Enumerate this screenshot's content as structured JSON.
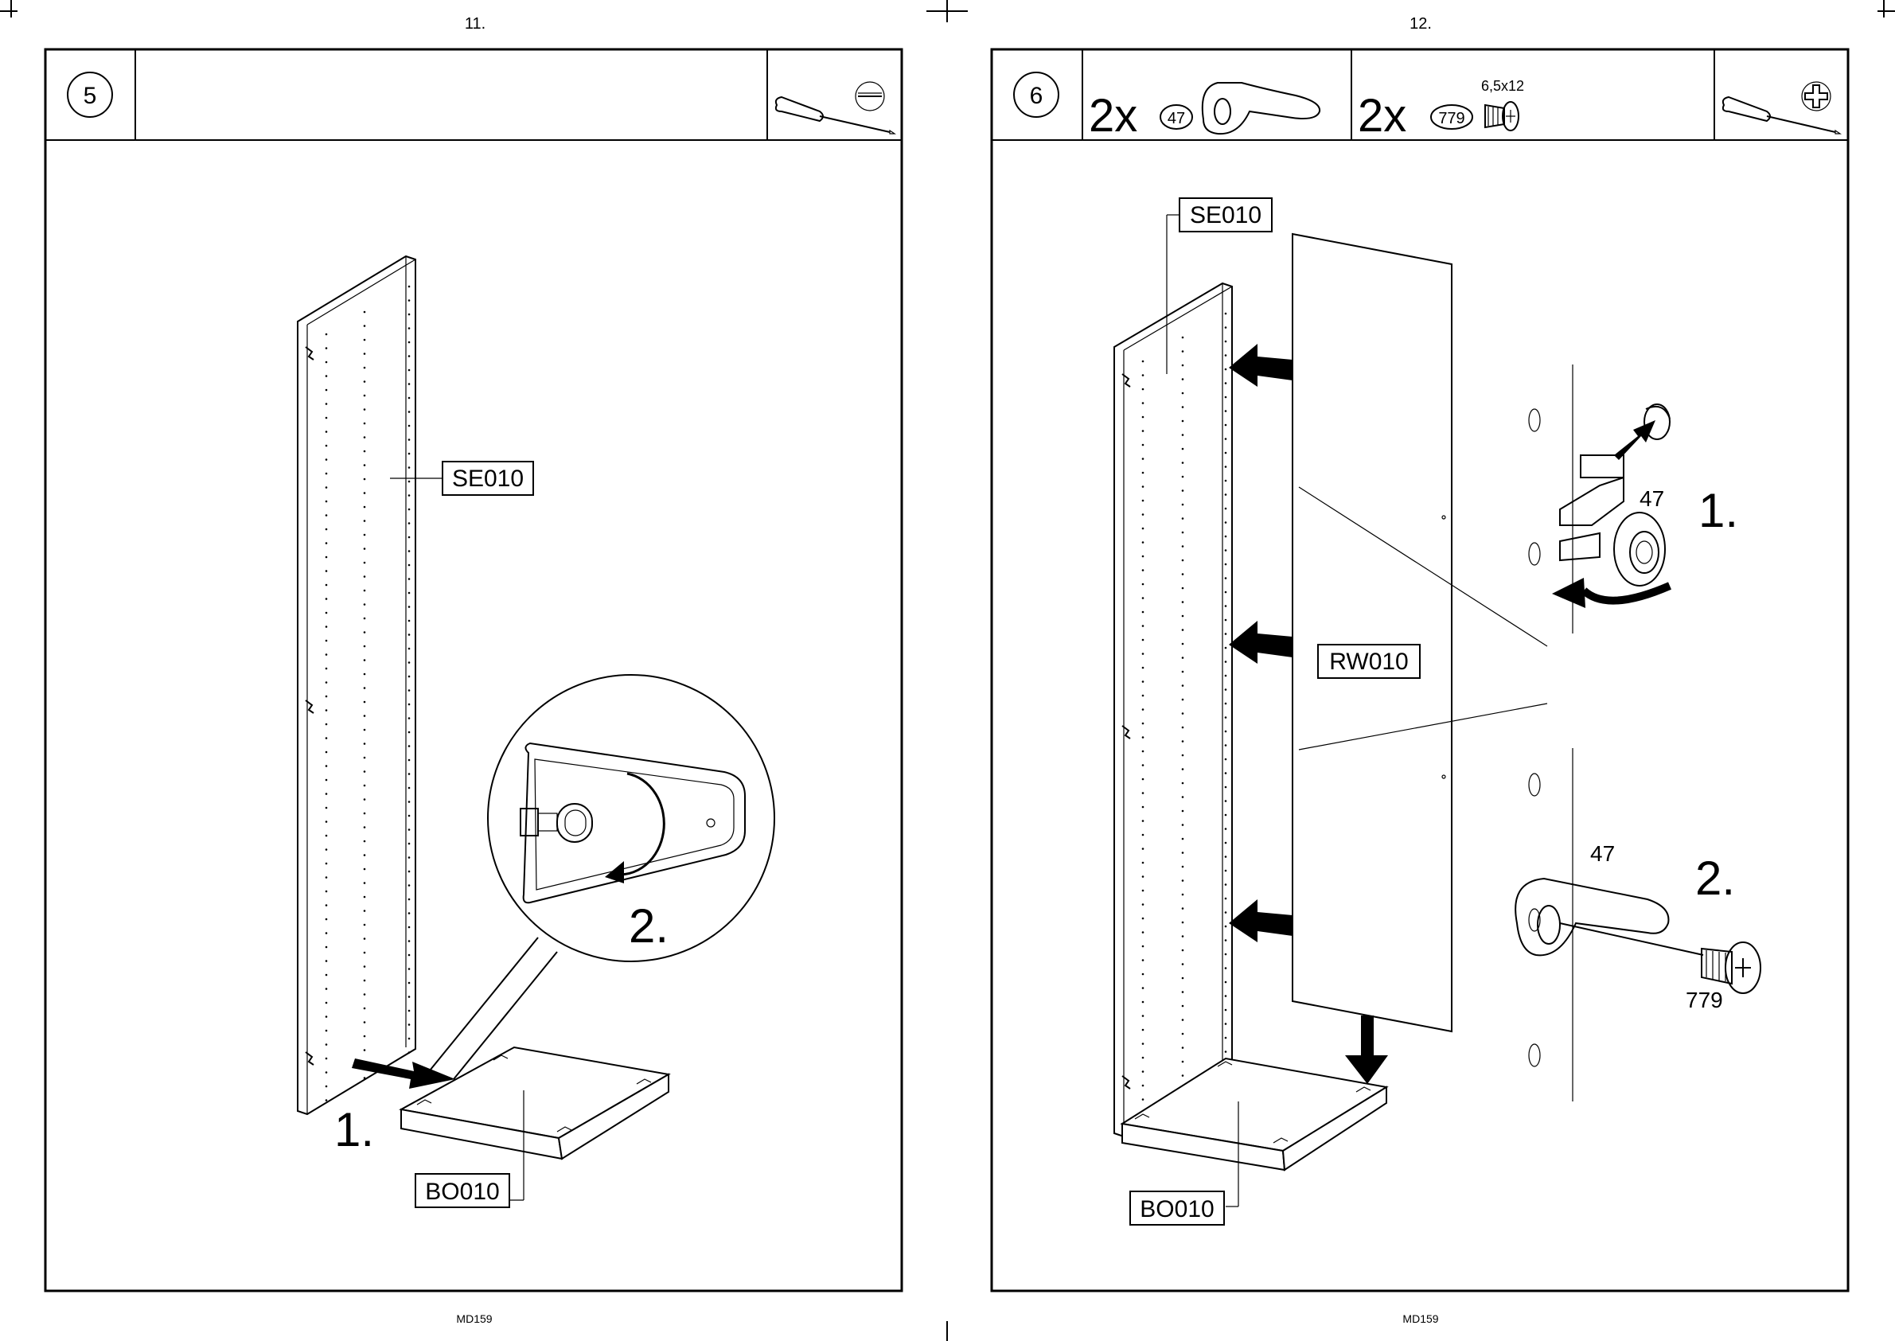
{
  "pages": [
    {
      "page_number": "11.",
      "footer": "MD159",
      "step": "5",
      "tool_icon": "flat-screwdriver-icon",
      "labels": {
        "side_panel": "SE010",
        "bottom_panel": "BO010"
      },
      "callouts": {
        "step1": "1.",
        "step2": "2."
      }
    },
    {
      "page_number": "12.",
      "footer": "MD159",
      "step": "6",
      "tool_icon": "phillips-screwdriver-icon",
      "parts": [
        {
          "qty": "2x",
          "part_no": "47",
          "icon": "cam-lock-icon"
        },
        {
          "qty": "2x",
          "part_no": "779",
          "size": "6,5x12",
          "icon": "screw-icon"
        }
      ],
      "labels": {
        "side_panel": "SE010",
        "back_panel": "RW010",
        "bottom_panel": "BO010"
      },
      "detail": {
        "part_a": "47",
        "part_b": "47",
        "part_c": "779",
        "step1": "1.",
        "step2": "2."
      }
    }
  ]
}
